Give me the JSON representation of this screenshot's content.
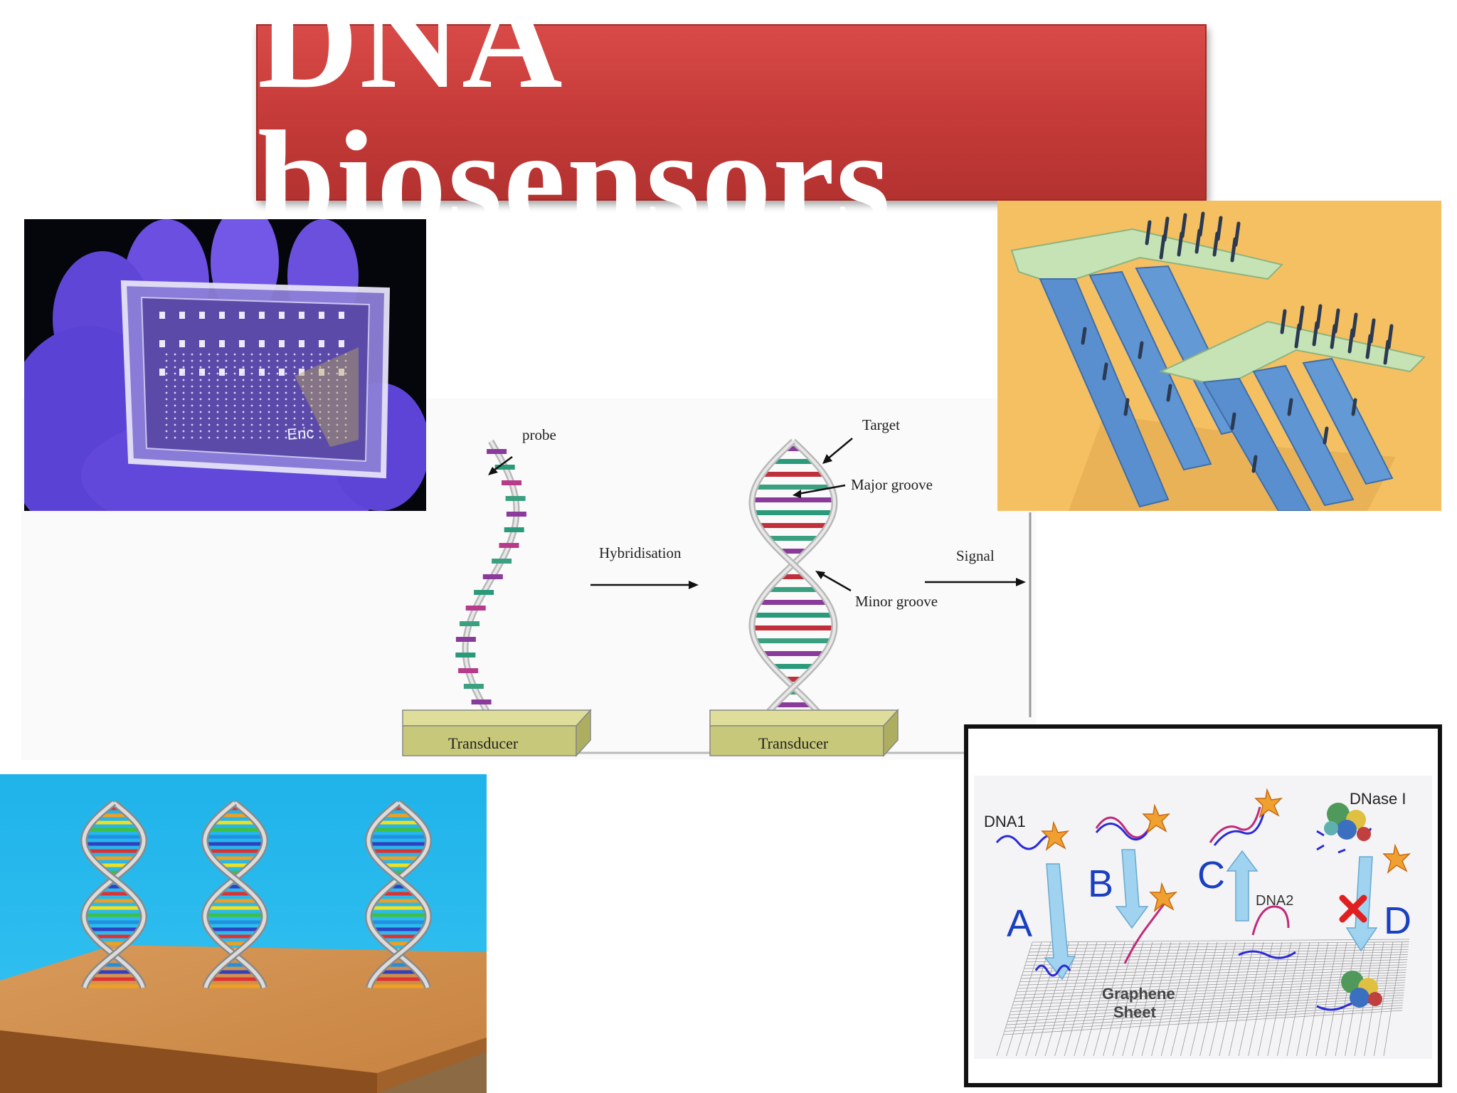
{
  "title": "DNA biosensors",
  "diagram": {
    "probe_label": "probe",
    "target_label": "Target",
    "major_groove_label": "Major groove",
    "minor_groove_label": "Minor groove",
    "hybridisation_label": "Hybridisation",
    "signal_label": "Signal",
    "transducer_left": "Transducer",
    "transducer_right": "Transducer"
  },
  "chip": {
    "handwriting": "Eric"
  },
  "graphene": {
    "dna1": "DNA1",
    "dna2": "DNA2",
    "dnase": "DNase I",
    "a": "A",
    "b": "B",
    "c": "C",
    "d": "D",
    "sheet_line1": "Graphene",
    "sheet_line2": "Sheet"
  },
  "colors": {
    "title_bg": "#c43a38",
    "title_text": "#ffffff",
    "transducer": "#c8c87a",
    "cantilever_bg": "#f5c062",
    "surface_bg": "#27b6ea",
    "glove": "#6b4fe0"
  }
}
